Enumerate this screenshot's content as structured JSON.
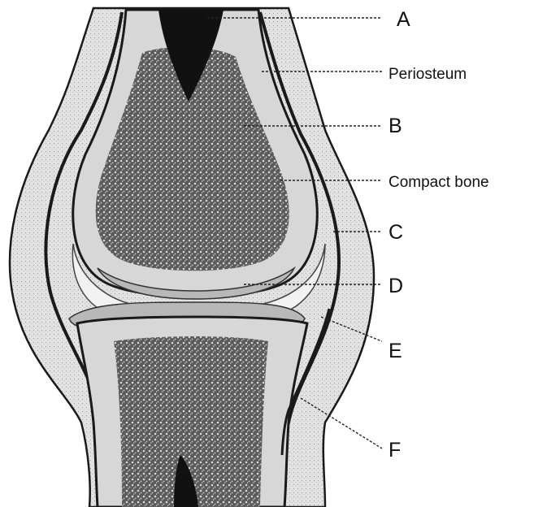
{
  "labels": {
    "a": "A",
    "periosteum": "Periosteum",
    "b": "B",
    "compact_bone": "Compact bone",
    "c": "C",
    "d": "D",
    "e": "E",
    "f": "F"
  },
  "colors": {
    "background": "#ffffff",
    "outline": "#1a1a1a",
    "tissue": "#dcdcdc",
    "spongy_bone": "#5a5a5a",
    "marrow": "#111111",
    "cartilage": "#b8b8b8"
  }
}
